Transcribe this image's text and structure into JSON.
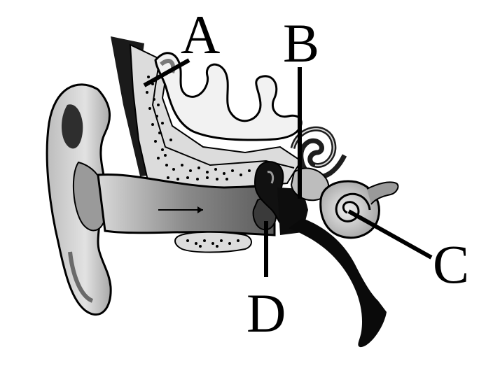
{
  "labels": {
    "a": "A",
    "b": "B",
    "c": "C",
    "d": "D"
  },
  "colors": {
    "ink": "#000000",
    "dark_gray": "#4d4d4d",
    "mid_gray": "#8c8c8c",
    "light_gray": "#c8c8c8",
    "pale_gray": "#e4e4e4",
    "background": "#ffffff"
  }
}
